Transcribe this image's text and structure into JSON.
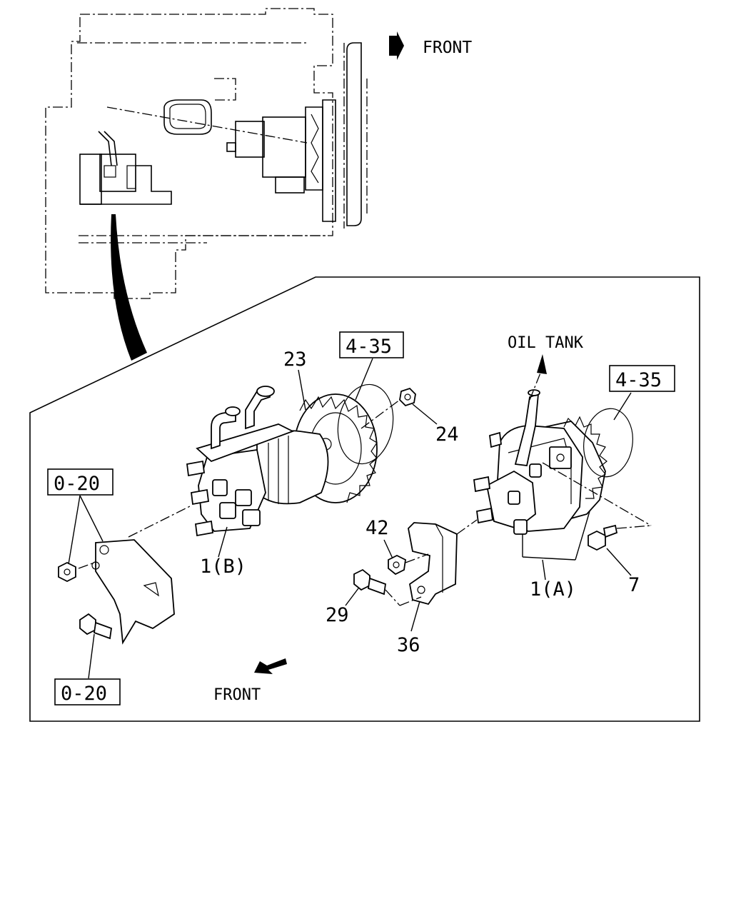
{
  "top_view": {
    "front_label": "FRONT"
  },
  "detail": {
    "front_label": "FRONT",
    "oil_tank_label": "OIL TANK",
    "callouts": {
      "part_23": "23",
      "ref_435_left": "4-35",
      "ref_435_right": "4-35",
      "part_24": "24",
      "ref_020_top": "0-20",
      "ref_020_bottom": "0-20",
      "part_1b": "1(B)",
      "part_42": "42",
      "part_29": "29",
      "part_36": "36",
      "part_1a": "1(A)",
      "part_7": "7"
    }
  }
}
